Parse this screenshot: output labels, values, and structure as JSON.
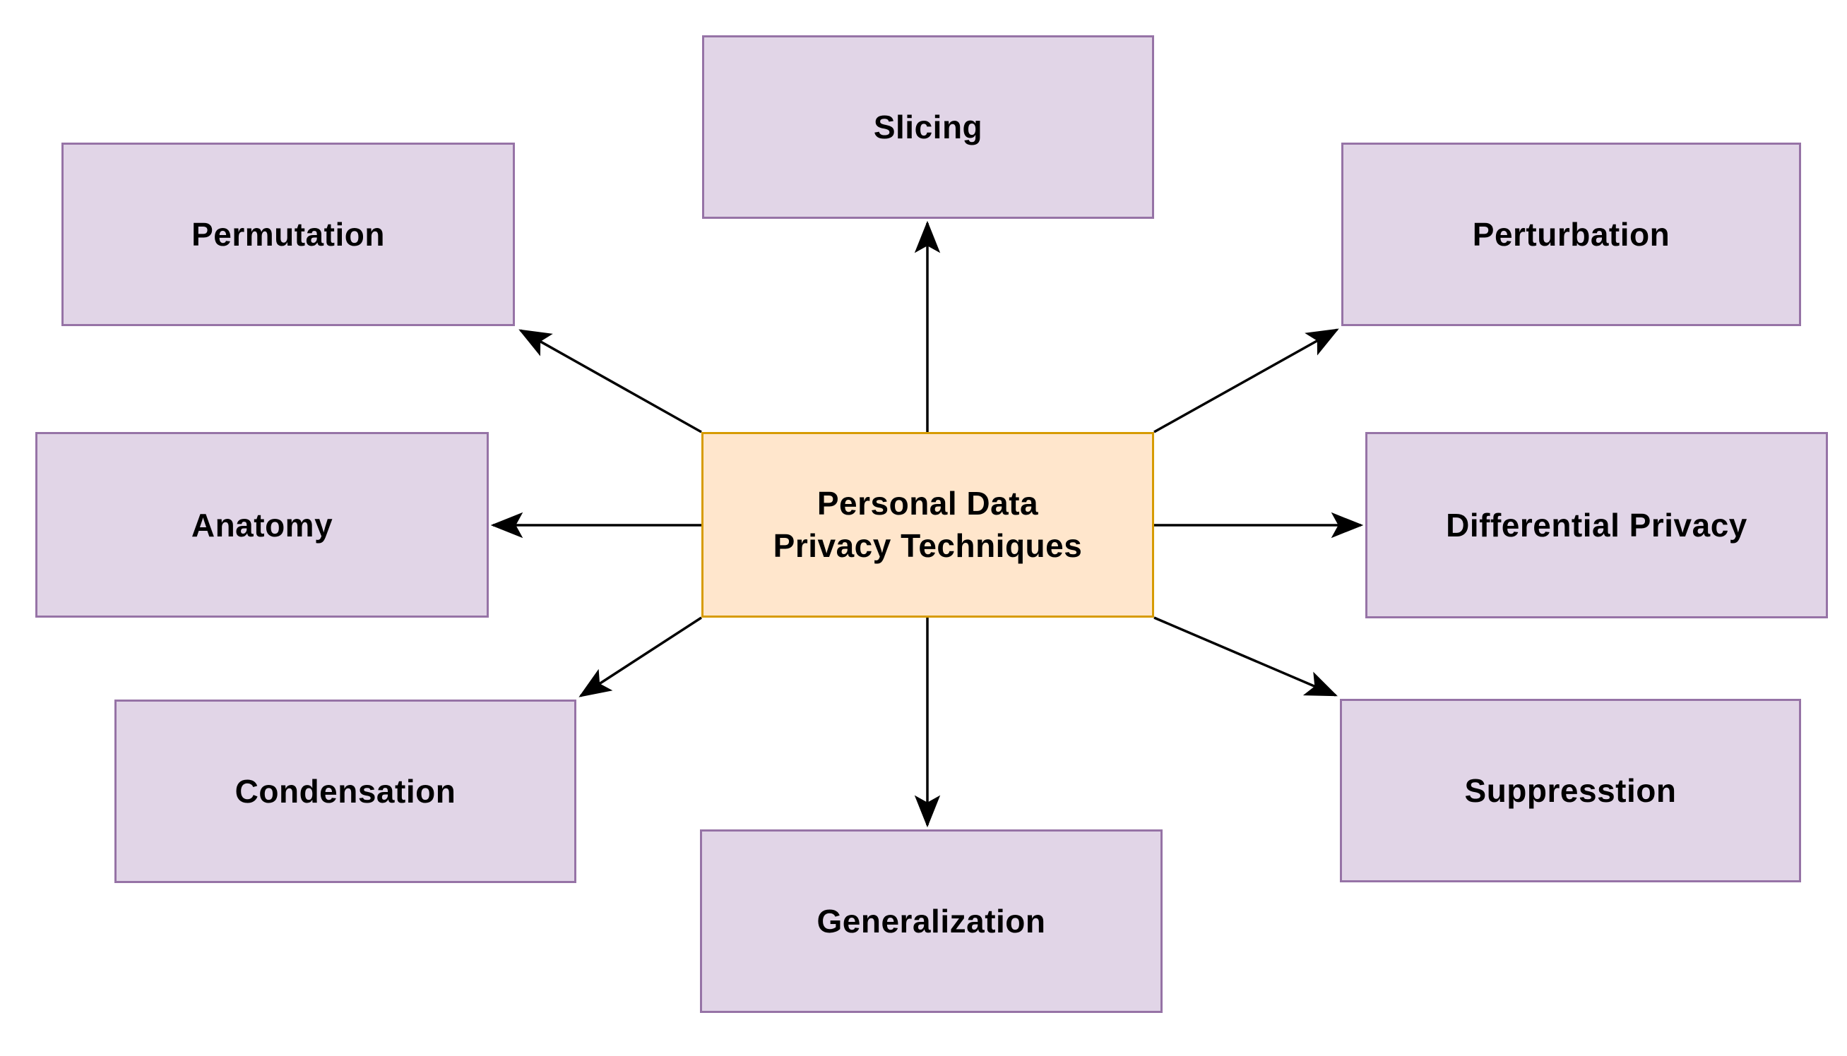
{
  "diagram": {
    "title": "Personal Data Privacy Techniques mind map",
    "center": {
      "id": "center",
      "label": "Personal Data Privacy Techniques",
      "label_lines": [
        "Personal Data",
        "Privacy Techniques"
      ],
      "fill": "#FFE6CC",
      "stroke": "#D79B00"
    },
    "satellites": [
      {
        "id": "slicing",
        "label": "Slicing"
      },
      {
        "id": "permutation",
        "label": "Permutation"
      },
      {
        "id": "perturbation",
        "label": "Perturbation"
      },
      {
        "id": "anatomy",
        "label": "Anatomy"
      },
      {
        "id": "differential-privacy",
        "label": "Differential Privacy"
      },
      {
        "id": "condensation",
        "label": "Condensation"
      },
      {
        "id": "suppresstion",
        "label": "Suppresstion"
      },
      {
        "id": "generalization",
        "label": "Generalization"
      }
    ],
    "satellite_style": {
      "fill": "#E1D5E7",
      "stroke": "#9673A6"
    },
    "arrow_color": "#000000",
    "text_color": "#000000",
    "background": "#FFFFFF",
    "edges": [
      {
        "from": "center",
        "to": "slicing",
        "direction": "up"
      },
      {
        "from": "center",
        "to": "permutation",
        "direction": "up-left"
      },
      {
        "from": "center",
        "to": "perturbation",
        "direction": "up-right"
      },
      {
        "from": "center",
        "to": "anatomy",
        "direction": "left"
      },
      {
        "from": "center",
        "to": "differential-privacy",
        "direction": "right"
      },
      {
        "from": "center",
        "to": "condensation",
        "direction": "down-left"
      },
      {
        "from": "center",
        "to": "suppresstion",
        "direction": "down-right"
      },
      {
        "from": "center",
        "to": "generalization",
        "direction": "down"
      }
    ]
  }
}
